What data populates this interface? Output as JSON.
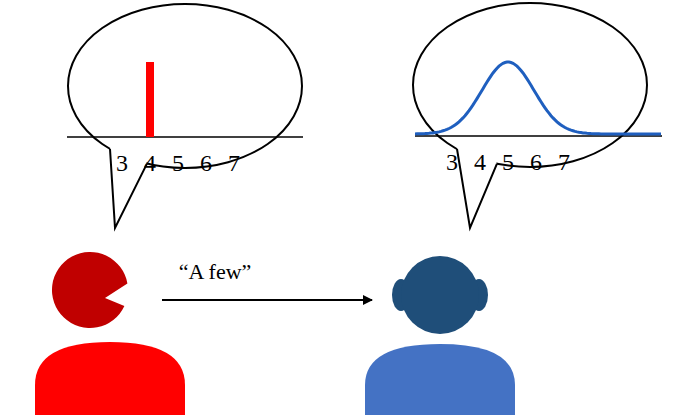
{
  "diagram": {
    "nodes": [
      {
        "text": [
          "3",
          "4",
          "5",
          "6",
          "7"
        ]
      },
      {
        "text": [
          "3",
          "4",
          "5",
          "6",
          "7"
        ]
      }
    ],
    "labels": [
      "“A few”"
    ]
  }
}
